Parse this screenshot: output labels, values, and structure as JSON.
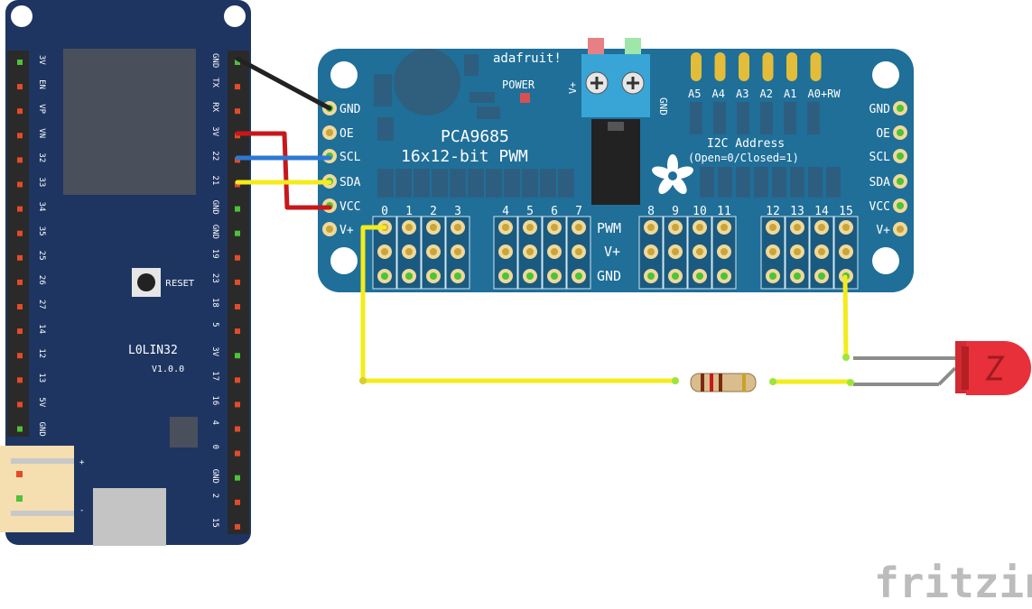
{
  "esp32": {
    "left_pins": [
      "3V",
      "EN",
      "VP",
      "VN",
      "32",
      "33",
      "34",
      "35",
      "25",
      "26",
      "27",
      "14",
      "12",
      "13",
      "5V",
      "GND"
    ],
    "right_pins": [
      "GND",
      "TX",
      "RX",
      "3V",
      "22",
      "21",
      "GND",
      "GND",
      "19",
      "23",
      "18",
      "5",
      "3V",
      "17",
      "16",
      "4",
      "0",
      "GND",
      "2",
      "15"
    ],
    "reset_label": "RESET",
    "board_name": "L0LIN32",
    "version": "V1.0.0",
    "battery_plus": "+",
    "battery_minus": "-"
  },
  "pca": {
    "brand": "adafruit!",
    "power_label": "POWER",
    "title1": "PCA9685",
    "title2": "16x12-bit PWM",
    "terminal_vplus": "V+",
    "terminal_gnd": "GND",
    "address_pins": [
      "A5",
      "A4",
      "A3",
      "A2",
      "A1",
      "A0+RW"
    ],
    "i2c_line1": "I2C Address",
    "i2c_line2": "(Open=0/Closed=1)",
    "left_pins": [
      "GND",
      "OE",
      "SCL",
      "SDA",
      "VCC",
      "V+"
    ],
    "right_pins": [
      "GND",
      "OE",
      "SCL",
      "SDA",
      "VCC",
      "V+"
    ],
    "channels": [
      "0",
      "1",
      "2",
      "3",
      "4",
      "5",
      "6",
      "7",
      "8",
      "9",
      "10",
      "11",
      "12",
      "13",
      "14",
      "15"
    ],
    "row_labels": [
      "PWM",
      "V+",
      "GND"
    ]
  },
  "watermark": "fritzing",
  "colors": {
    "esp_board": "#1e3562",
    "pca_board": "#1f6f99",
    "wire_black": "#222222",
    "wire_red": "#c8171b",
    "wire_blue": "#2c78d4",
    "wire_yellow": "#f3ec1a",
    "led": "#e8303a"
  }
}
